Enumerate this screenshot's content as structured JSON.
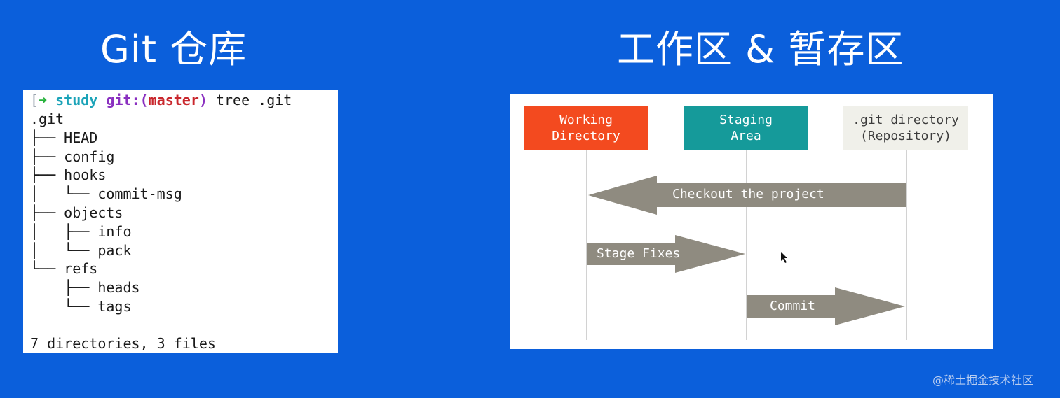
{
  "left_panel": {
    "title": "Git 仓库",
    "terminal": {
      "prompt_bracket": "[",
      "prompt_arrow": "➜",
      "prompt_dir": "study",
      "prompt_git": "git:(",
      "prompt_branch": "master",
      "prompt_git_close": ")",
      "command": "tree .git",
      "tree_lines": [
        ".git",
        "├── HEAD",
        "├── config",
        "├── hooks",
        "│   └── commit-msg",
        "├── objects",
        "│   ├── info",
        "│   └── pack",
        "└── refs",
        "    ├── heads",
        "    └── tags"
      ],
      "summary": "7 directories, 3 files"
    }
  },
  "right_panel": {
    "title": "工作区 & 暂存区",
    "lanes": {
      "working": "Working\nDirectory",
      "staging": "Staging\nArea",
      "repo": ".git directory\n(Repository)"
    },
    "arrows": {
      "checkout": "Checkout the project",
      "stage": "Stage Fixes",
      "commit": "Commit"
    },
    "colors": {
      "working": "#f34a1f",
      "staging": "#159a9a",
      "repo": "#f0f0ea",
      "arrow": "#8f8b80",
      "background": "#0b5fdb"
    }
  },
  "watermark": "@稀土掘金技术社区"
}
